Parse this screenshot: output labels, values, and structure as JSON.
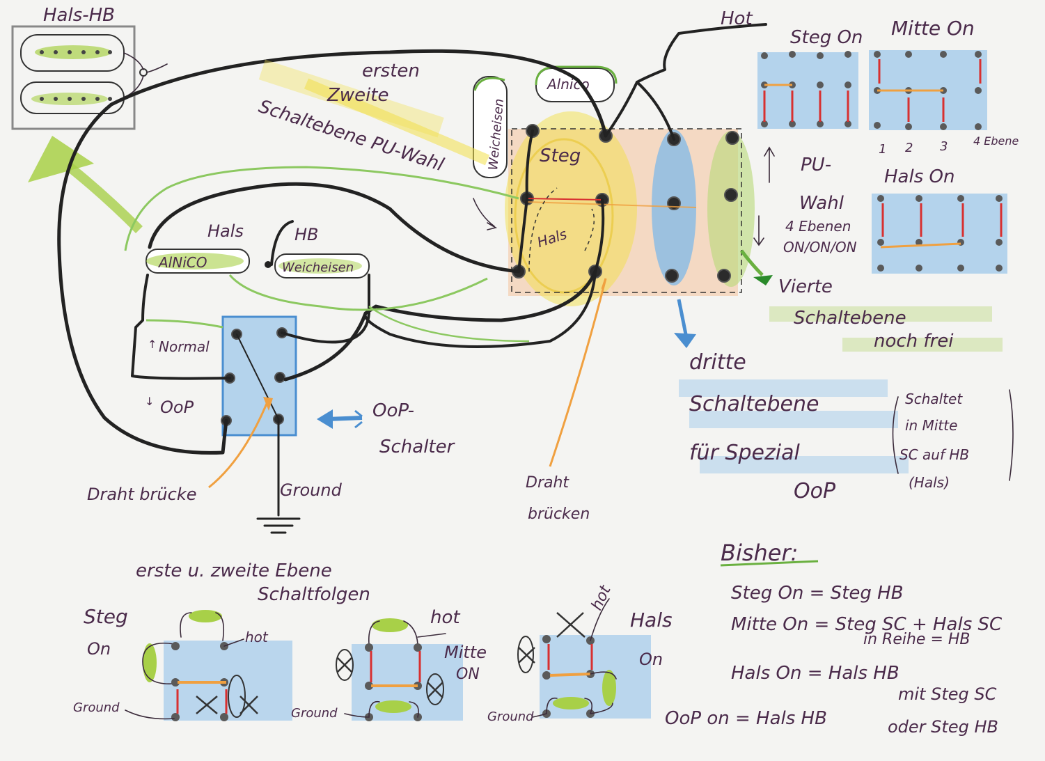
{
  "labels": {
    "hals_hb": "Hals-HB",
    "hot": "Hot",
    "steg_on": "Steg On",
    "mitte_on": "Mitte On",
    "hals_on": "Hals On",
    "ersten": "ersten",
    "zweite": "Zweite",
    "schaltebene_pu_wahl": "Schaltebene PU-Wahl",
    "alnico_top": "Alnico",
    "weicheisen_top": "Weicheisen",
    "steg": "Steg",
    "hals_sw": "Hals",
    "hals_pu": "Hals",
    "hb_pu": "HB",
    "alnico_pu": "AlNiCO",
    "weicheisen_pu": "Weicheisen",
    "normal": "Normal",
    "oop": "OoP",
    "oop_schalter_1": "OoP-",
    "oop_schalter_2": "Schalter",
    "drahtbruecke": "Draht brücke",
    "ground": "Ground",
    "draht": "Draht",
    "bruecken": "brücken",
    "pu": "PU-",
    "wahl": "Wahl",
    "ebenen": "4 Ebenen",
    "onion": "ON/ON/ON",
    "vierte": "Vierte",
    "schaltebene": "Schaltebene",
    "noch_frei": "noch frei",
    "dritte": "dritte",
    "schaltebene_2": "Schaltebene",
    "fuer_spezial": "für Spezial",
    "oop_2": "OoP",
    "paren_1": "Schaltet",
    "paren_2": "in Mitte",
    "paren_3": "SC auf HB",
    "paren_4": "(Hals)",
    "erste_zweite": "erste u. zweite Ebene",
    "schaltfolgen": "Schaltfolgen",
    "steg_l": "Steg",
    "on_l": "On",
    "hot_s": "hot",
    "ground_s1": "Ground",
    "hot_m": "hot",
    "mitte_m": "Mitte",
    "on_m": "ON",
    "ground_s2": "Ground",
    "hot_r": "hot",
    "hals_r": "Hals",
    "on_r": "On",
    "ground_s3": "Ground"
  },
  "ebene_numbers": [
    "1",
    "2",
    "3",
    "4 Ebene"
  ],
  "bisher": {
    "title": "Bisher:",
    "lines": [
      "Steg On = Steg HB",
      "Mitte On = Steg SC + Hals SC",
      "in Reihe = HB",
      "Hals On = Hals HB",
      "mit Steg SC",
      "OoP on = Hals HB",
      "oder Steg HB"
    ]
  },
  "colors": {
    "ink": "#222222",
    "text": "#4a2a4a",
    "blue": "#7fb8e8",
    "green": "#a8d048",
    "yellow": "#f2e04a",
    "orange": "#f0a040",
    "red": "#d83030"
  }
}
